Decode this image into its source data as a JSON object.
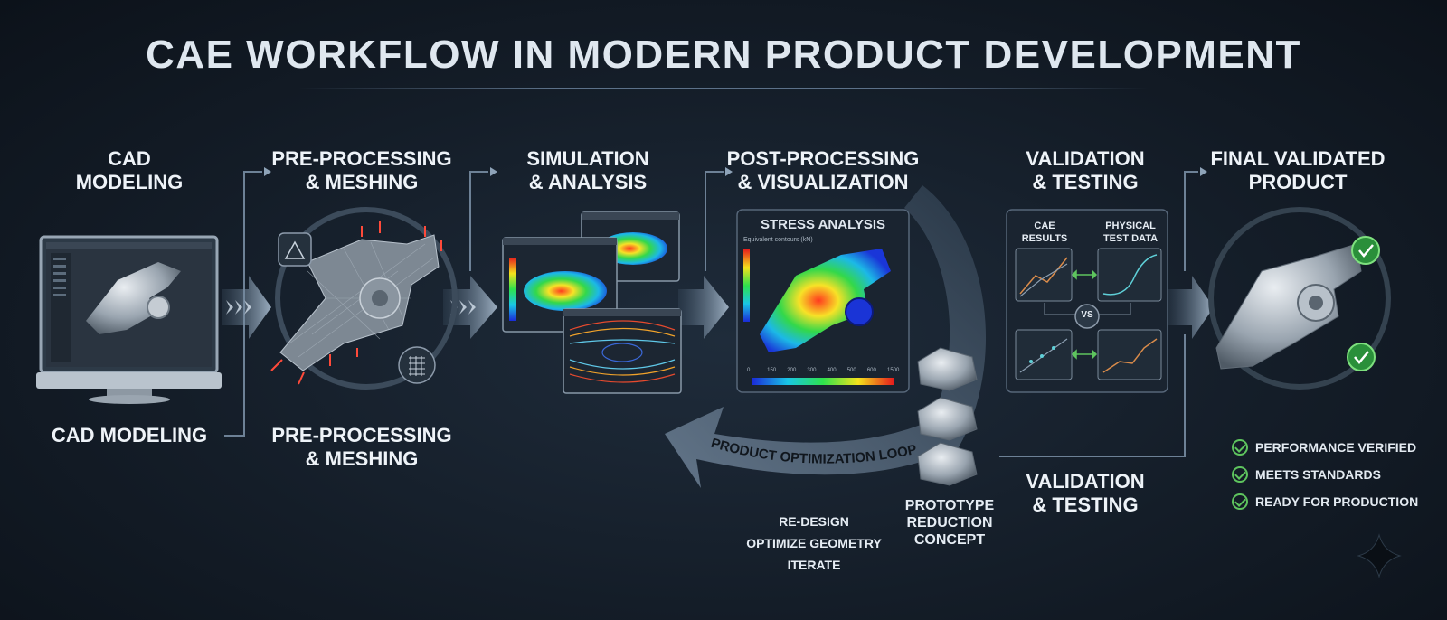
{
  "title": "CAE WORKFLOW IN MODERN PRODUCT DEVELOPMENT",
  "stages": {
    "cad_top": "CAD\nMODELING",
    "cad_bottom": "CAD MODELING",
    "pre_top": "PRE-PROCESSING\n& MESHING",
    "pre_bottom": "PRE-PROCESSING\n& MESHING",
    "sim_top": "SIMULATION\n& ANALYSIS",
    "post_top": "POST-PROCESSING\n& VISUALIZATION",
    "val_top": "VALIDATION\n& TESTING",
    "val_bottom": "VALIDATION\n& TESTING",
    "final_top": "FINAL VALIDATED\nPRODUCT"
  },
  "stress_panel": {
    "title": "STRESS ANALYSIS",
    "legend_title": "Equivalent contours (kN)",
    "scale_ticks": [
      "0",
      "150",
      "200",
      "300",
      "400",
      "500",
      "600",
      "1500"
    ]
  },
  "validation_panel": {
    "cae_label": "CAE\nRESULTS",
    "physical_label": "PHYSICAL\nTEST DATA",
    "vs_label": "VS"
  },
  "loop": {
    "label": "PRODUCT OPTIMIZATION LOOP",
    "steps": [
      "RE-DESIGN",
      "OPTIMIZE GEOMETRY",
      "ITERATE"
    ],
    "prototype_note": "PROTOTYPE\nREDUCTION\nCONCEPT"
  },
  "final_checks": [
    "PERFORMANCE VERIFIED",
    "MEETS STANDARDS",
    "READY FOR PRODUCTION"
  ],
  "colors": {
    "background": "#141d28",
    "accent_arrow": "#9fb3c8",
    "check_green": "#5ec45e",
    "text": "#e8eef5"
  }
}
